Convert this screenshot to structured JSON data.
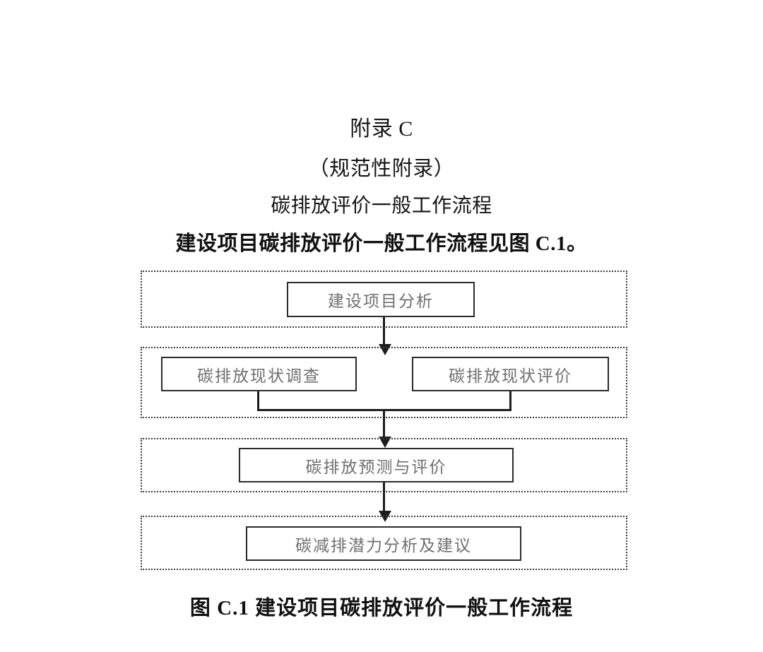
{
  "document": {
    "appendix_title": "附录 C",
    "appendix_type": "（规范性附录）",
    "section_title": "碳排放评价一般工作流程",
    "lead_text": "建设项目碳排放评价一般工作流程见图 C.1。",
    "figure_caption": "图 C.1  建设项目碳排放评价一般工作流程"
  },
  "flowchart": {
    "type": "flowchart",
    "direction": "top-to-bottom",
    "stage_border_style": "dotted",
    "node_border_color": "#2b2b2b",
    "node_text_color": "#6f6f6f",
    "connector_color": "#1d1d1d",
    "stages": [
      {
        "id": "stage-1",
        "nodes": [
          {
            "id": "node-1",
            "label": "建设项目分析"
          }
        ]
      },
      {
        "id": "stage-2",
        "nodes": [
          {
            "id": "node-2",
            "label": "碳排放现状调查"
          },
          {
            "id": "node-3",
            "label": "碳排放现状评价"
          }
        ]
      },
      {
        "id": "stage-3",
        "nodes": [
          {
            "id": "node-4",
            "label": "碳排放预测与评价"
          }
        ]
      },
      {
        "id": "stage-4",
        "nodes": [
          {
            "id": "node-5",
            "label": "碳减排潜力分析及建议"
          }
        ]
      }
    ],
    "connectors": [
      {
        "id": "arrow-1",
        "from": "node-1",
        "to": "stage-2",
        "style": "arrow-down"
      },
      {
        "id": "merge-bracket",
        "from": [
          "node-2",
          "node-3"
        ],
        "to": "node-4",
        "style": "bracket-merge"
      },
      {
        "id": "arrow-2",
        "from": "merge-bracket",
        "to": "stage-3",
        "style": "arrow-down"
      },
      {
        "id": "arrow-3",
        "from": "node-4",
        "to": "stage-4",
        "style": "arrow-down"
      }
    ]
  }
}
